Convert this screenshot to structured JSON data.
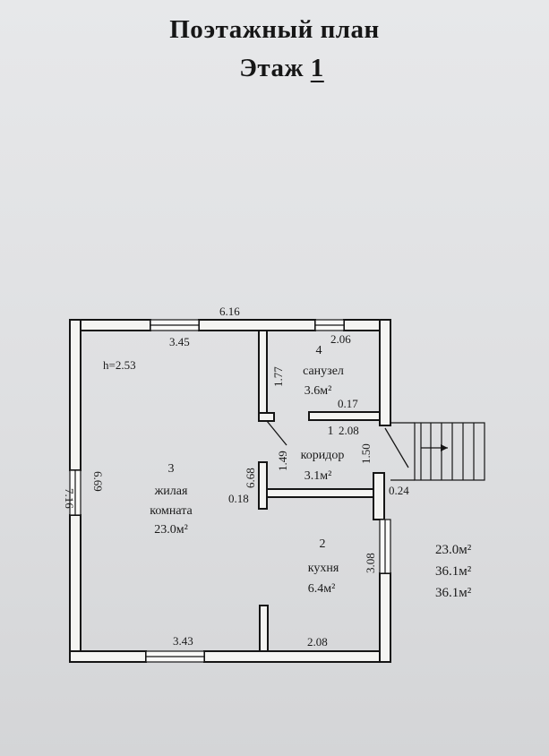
{
  "header": {
    "title": "Поэтажный план",
    "floor_label": "Этаж",
    "floor_number": "1"
  },
  "plan": {
    "height_label": "h=2.53",
    "dimensions": {
      "top_total": "6.16",
      "top_left": "3.45",
      "top_right": "2.06",
      "left_outer": "7.16",
      "left_inner": "6.69",
      "bath_height": "1.77",
      "bath_wall": "0.17",
      "corridor_width": "2.08",
      "corridor_left_len": "1.49",
      "corridor_right_len": "1.50",
      "inner_wall_len": "6.68",
      "partition_thick": "0.18",
      "right_wall_thick": "0.24",
      "kitchen_side": "3.08",
      "bottom_left": "3.43",
      "bottom_right": "2.08"
    },
    "rooms": [
      {
        "number": "3",
        "name_line1": "жилая",
        "name_line2": "комната",
        "area": "23.0м²"
      },
      {
        "number": "4",
        "name_line1": "санузел",
        "area": "3.6м²"
      },
      {
        "number": "1",
        "name_line1": "коридор",
        "area": "3.1м²"
      },
      {
        "number": "2",
        "name_line1": "кухня",
        "area": "6.4м²"
      }
    ],
    "summary": [
      "23.0м²",
      "36.1м²",
      "36.1м²"
    ]
  }
}
